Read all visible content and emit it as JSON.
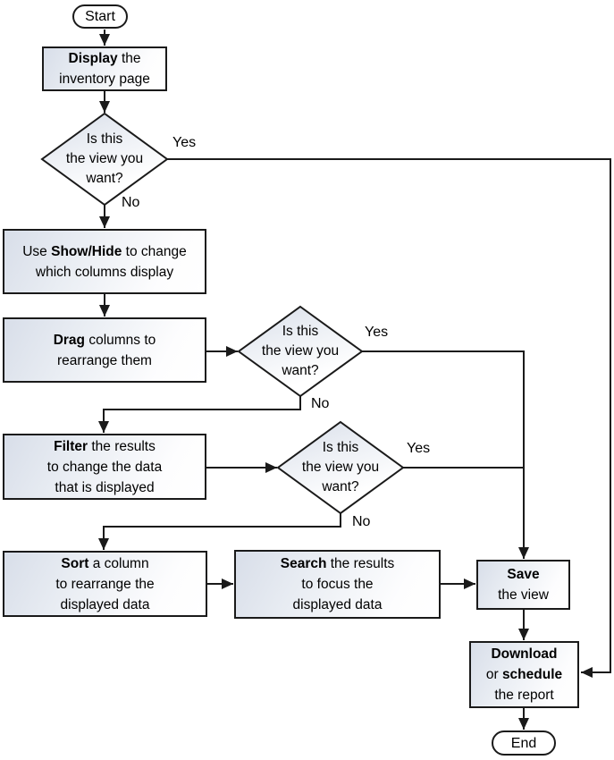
{
  "edge_labels": {
    "decision1_yes": "Yes",
    "decision1_no": "No",
    "decision2_yes": "Yes",
    "decision2_no": "No",
    "decision3_yes": "Yes",
    "decision3_no": "No"
  },
  "nodes": {
    "start": {
      "label": "Start"
    },
    "display": {
      "lines": [
        [
          {
            "t": "Display",
            "b": true
          },
          {
            "t": " the"
          }
        ],
        [
          {
            "t": "inventory page"
          }
        ]
      ]
    },
    "decision1": {
      "lines": [
        [
          {
            "t": "Is this"
          }
        ],
        [
          {
            "t": "the view you"
          }
        ],
        [
          {
            "t": "want?"
          }
        ]
      ]
    },
    "show_hide": {
      "lines": [
        [
          {
            "t": "Use "
          },
          {
            "t": "Show/Hide",
            "b": true
          },
          {
            "t": " to change"
          }
        ],
        [
          {
            "t": "which columns display"
          }
        ]
      ]
    },
    "drag": {
      "lines": [
        [
          {
            "t": "Drag",
            "b": true
          },
          {
            "t": " columns to"
          }
        ],
        [
          {
            "t": "rearrange them"
          }
        ]
      ]
    },
    "decision2": {
      "lines": [
        [
          {
            "t": "Is this"
          }
        ],
        [
          {
            "t": "the view you"
          }
        ],
        [
          {
            "t": "want?"
          }
        ]
      ]
    },
    "filter": {
      "lines": [
        [
          {
            "t": "Filter",
            "b": true
          },
          {
            "t": " the results"
          }
        ],
        [
          {
            "t": "to change the data"
          }
        ],
        [
          {
            "t": "that is displayed"
          }
        ]
      ]
    },
    "decision3": {
      "lines": [
        [
          {
            "t": "Is this"
          }
        ],
        [
          {
            "t": "the view you"
          }
        ],
        [
          {
            "t": "want?"
          }
        ]
      ]
    },
    "sort": {
      "lines": [
        [
          {
            "t": "Sort",
            "b": true
          },
          {
            "t": " a column"
          }
        ],
        [
          {
            "t": "to rearrange the"
          }
        ],
        [
          {
            "t": "displayed data"
          }
        ]
      ]
    },
    "search": {
      "lines": [
        [
          {
            "t": "Search",
            "b": true
          },
          {
            "t": " the results"
          }
        ],
        [
          {
            "t": "to focus the"
          }
        ],
        [
          {
            "t": "displayed data"
          }
        ]
      ]
    },
    "save": {
      "lines": [
        [
          {
            "t": "Save",
            "b": true
          }
        ],
        [
          {
            "t": "the view"
          }
        ]
      ]
    },
    "download": {
      "lines": [
        [
          {
            "t": "Download",
            "b": true
          }
        ],
        [
          {
            "t": "or "
          },
          {
            "t": "schedule",
            "b": true
          }
        ],
        [
          {
            "t": "the report"
          }
        ]
      ]
    },
    "end": {
      "label": "End"
    }
  },
  "colors": {
    "line": "#1a1a1a",
    "node_fill_top": "#d8dee9",
    "node_fill_bottom": "#ffffff",
    "text": "#000000"
  }
}
